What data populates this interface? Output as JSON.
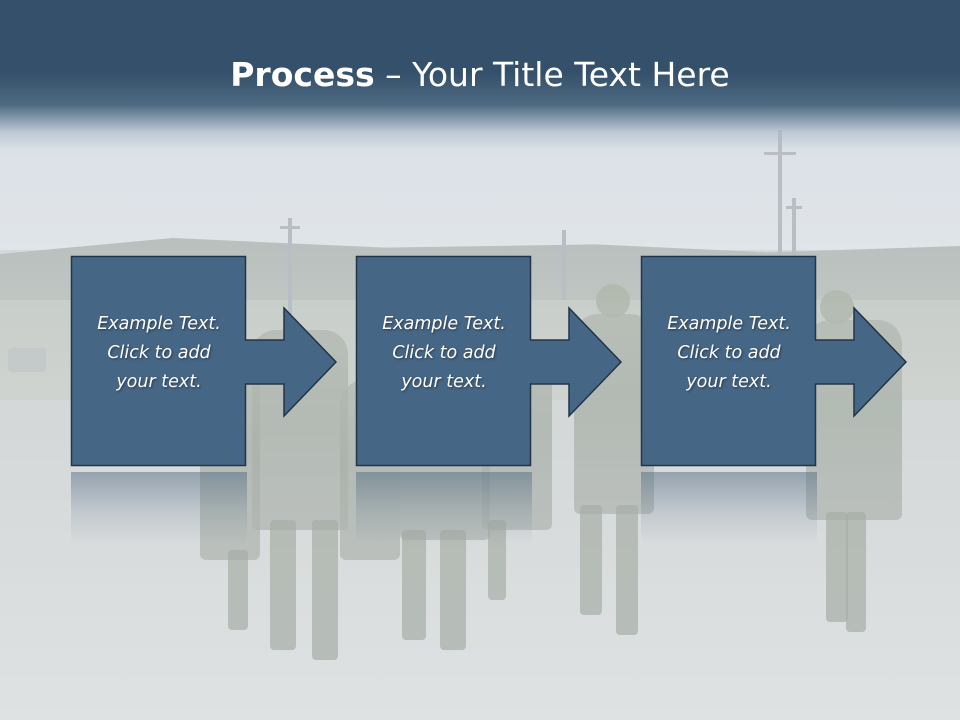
{
  "slide": {
    "title_strong": "Process",
    "title_separator": " – ",
    "title_rest": "Your Title Text Here"
  },
  "steps": [
    {
      "line1": "Example Text.",
      "line2": "Click  to add",
      "line3": "your text."
    },
    {
      "line1": "Example Text.",
      "line2": "Click  to add",
      "line3": "your text."
    },
    {
      "line1": "Example Text.",
      "line2": "Click  to add",
      "line3": "your text."
    }
  ],
  "colors": {
    "title_bar": "#34506a",
    "box_fill": "#466686",
    "box_border": "#223548",
    "text": "#ffffff"
  }
}
